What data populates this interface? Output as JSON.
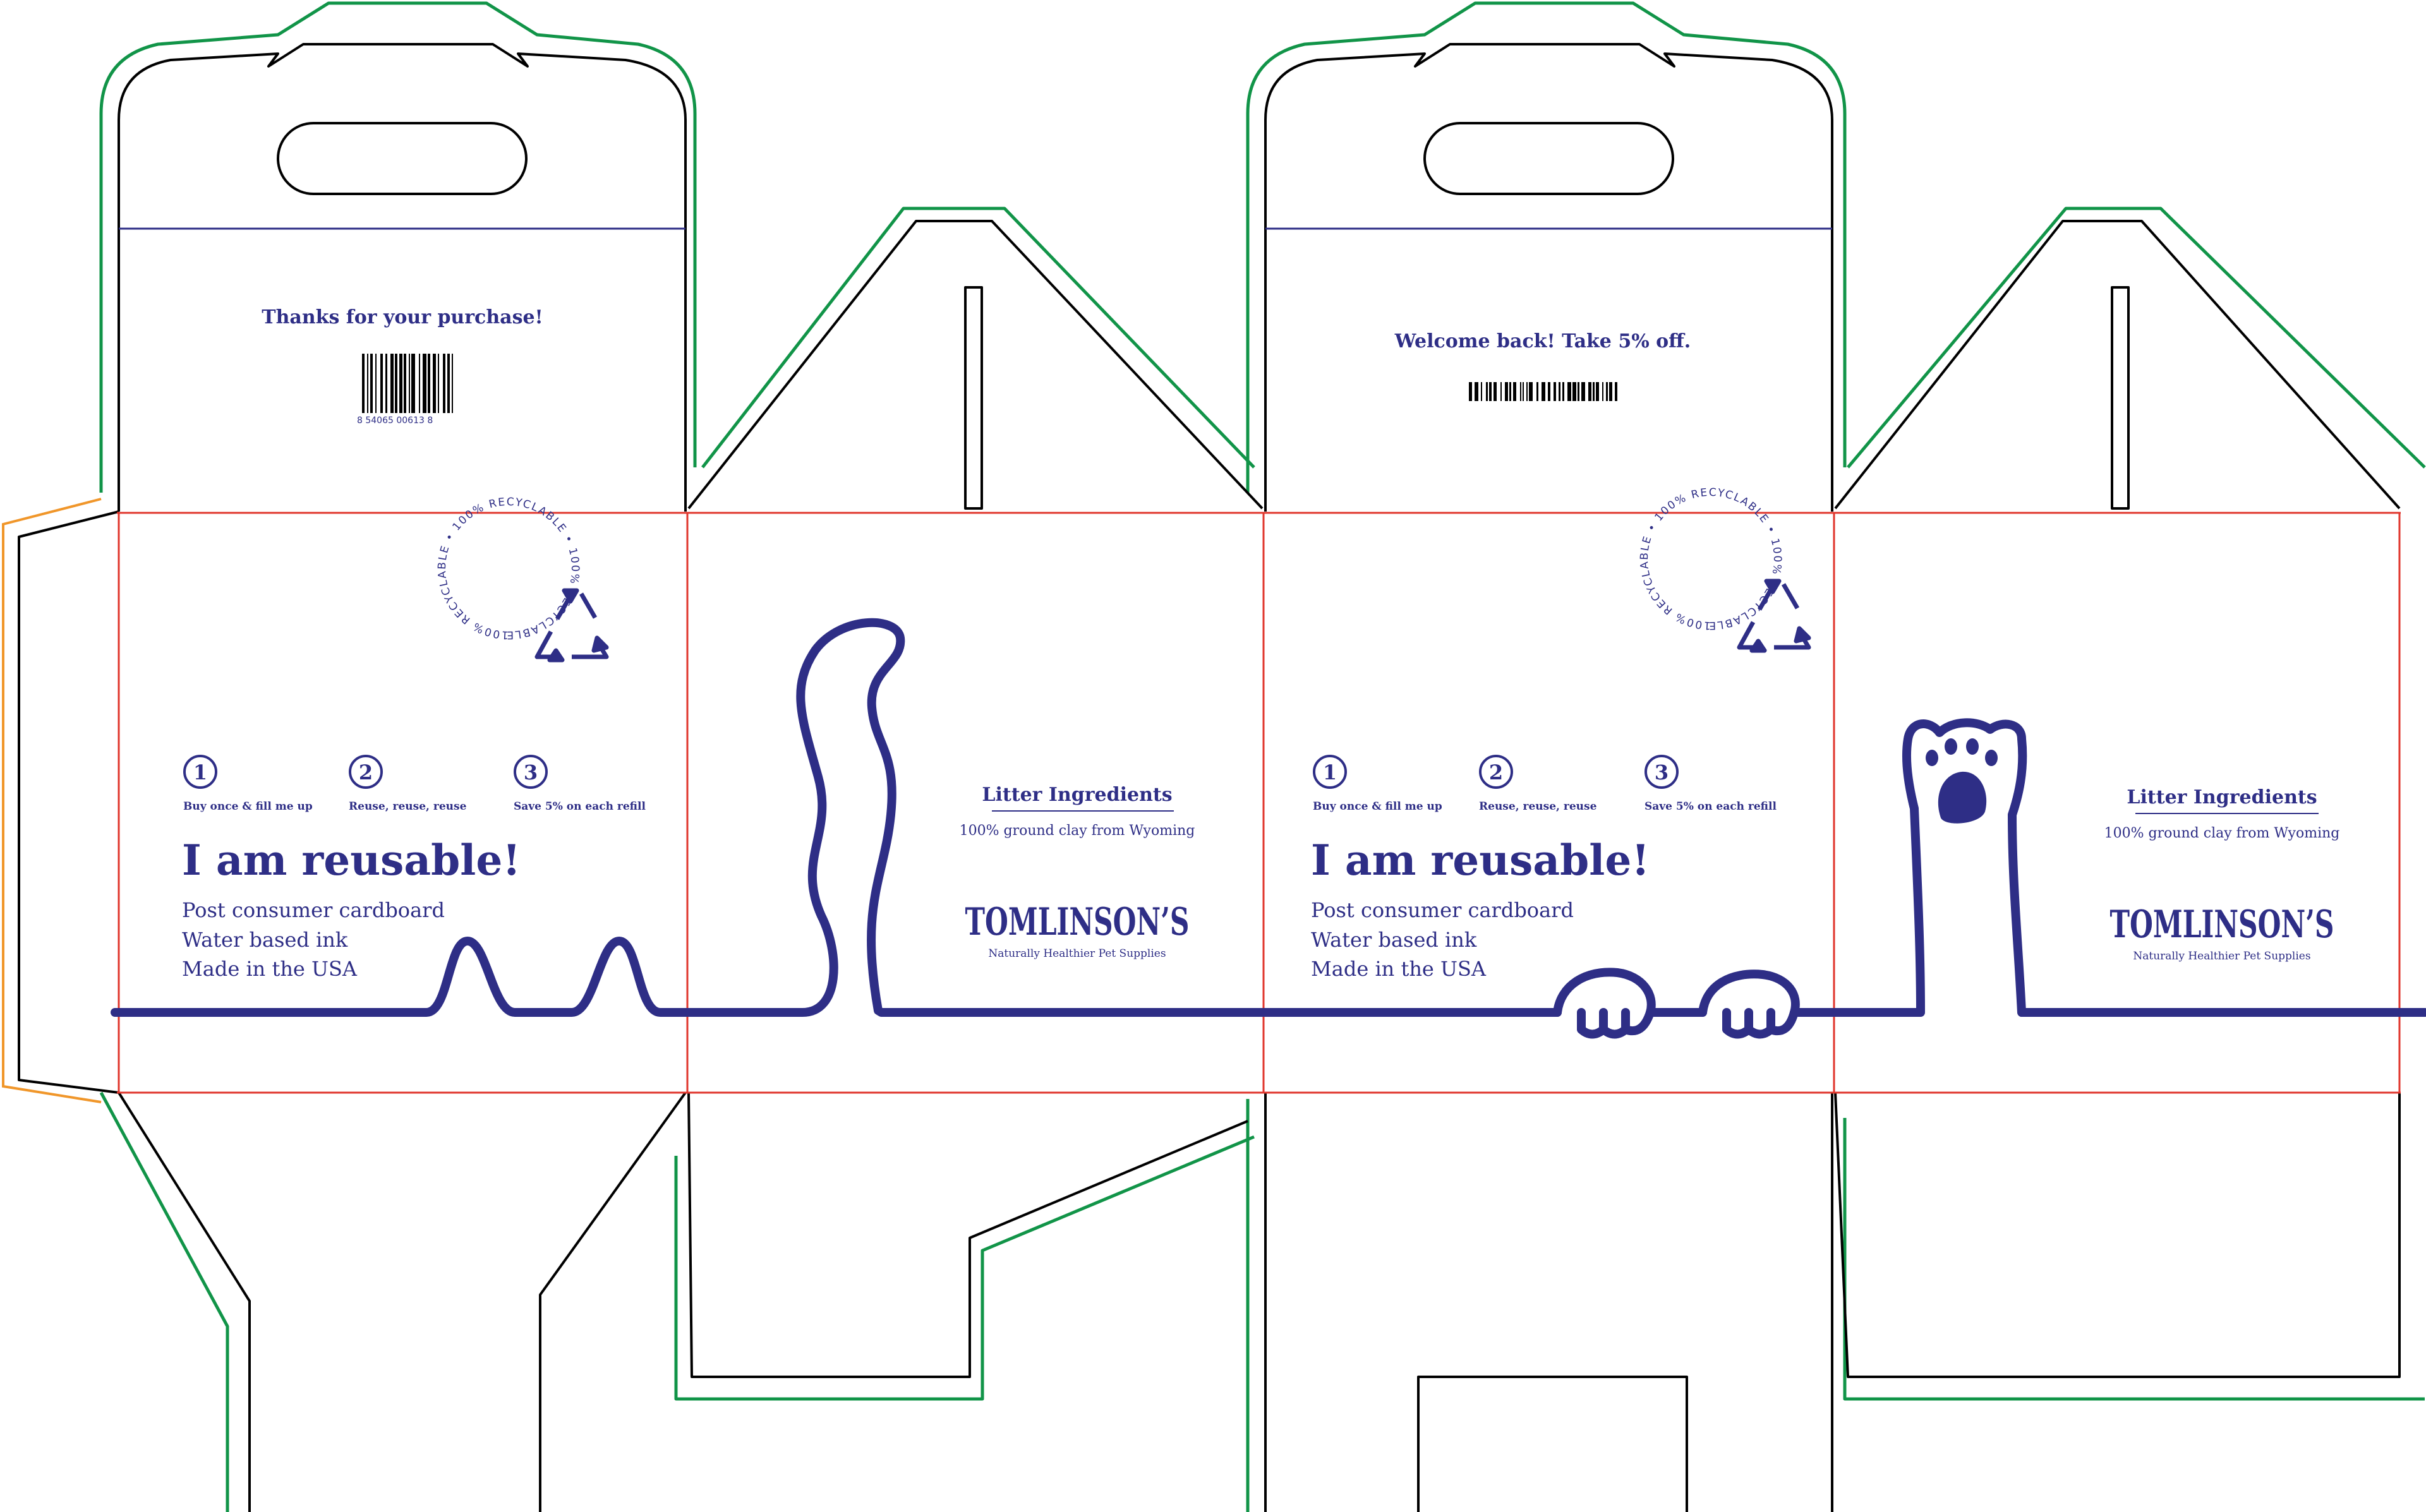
{
  "colors": {
    "brand_navy": "#2e2e86",
    "cut_line": "#000000",
    "bleed_green": "#119448",
    "fold_red": "#e0362c",
    "glue_orange": "#f0962a"
  },
  "panel1": {
    "top_flap": {
      "message": "Thanks for your purchase!",
      "barcode_digits": "8   54065   00613   8"
    },
    "badge_text": "100% RECYCLABLE • 100% RECYCLABLE • 100% RECYCLABLE •",
    "steps": [
      {
        "num": "1",
        "label": "Buy once & fill me up"
      },
      {
        "num": "2",
        "label": "Reuse, reuse, reuse"
      },
      {
        "num": "3",
        "label": "Save 5% on each refill"
      }
    ],
    "headline": "I am reusable!",
    "features": [
      "Post consumer cardboard",
      "Water based ink",
      "Made in the USA"
    ]
  },
  "panel2": {
    "ingredients_title": "Litter Ingredients",
    "ingredients_text": "100% ground clay from Wyoming",
    "brand": "TOMLINSON’S",
    "tagline": "Naturally Healthier Pet Supplies"
  },
  "panel3": {
    "top_flap": {
      "message": "Welcome back! Take 5% off."
    },
    "badge_text": "100% RECYCLABLE • 100% RECYCLABLE • 100% RECYCLABLE •",
    "steps": [
      {
        "num": "1",
        "label": "Buy once & fill me up"
      },
      {
        "num": "2",
        "label": "Reuse, reuse, reuse"
      },
      {
        "num": "3",
        "label": "Save 5% on each refill"
      }
    ],
    "headline": "I am reusable!",
    "features": [
      "Post consumer cardboard",
      "Water based ink",
      "Made in the USA"
    ]
  },
  "panel4": {
    "ingredients_title": "Litter Ingredients",
    "ingredients_text": "100% ground clay from Wyoming",
    "brand": "TOMLINSON’S",
    "tagline": "Naturally Healthier Pet Supplies"
  }
}
